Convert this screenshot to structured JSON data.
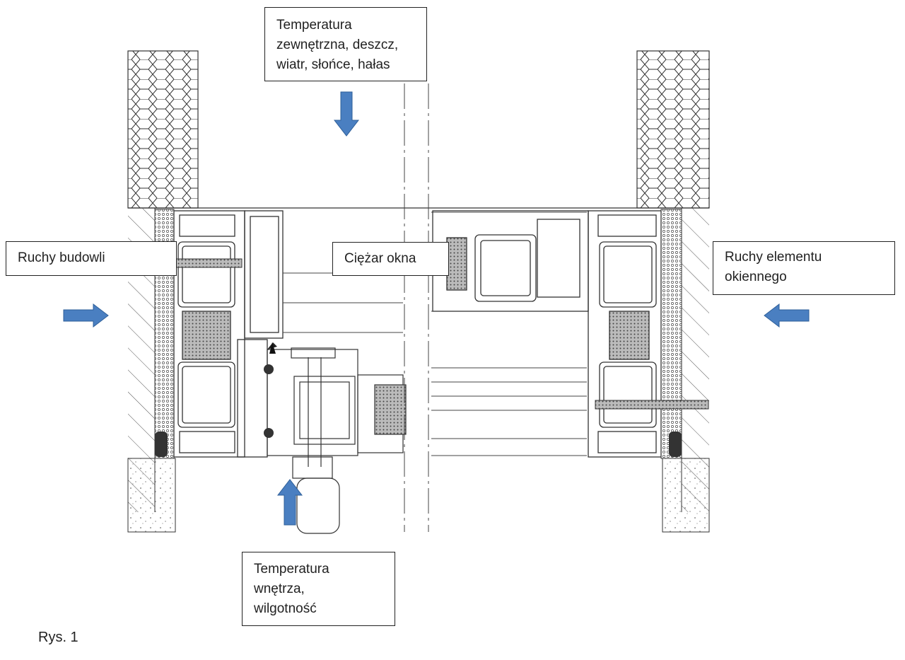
{
  "labels": {
    "top": "Temperatura\nzewnętrzna, deszcz,\nwiatr, słońce, hałas",
    "left": "Ruchy budowli",
    "middle": "Ciężar okna",
    "right": "Ruchy elementu\nokiennego",
    "bottom": "Temperatura\nwnętrza,\nwilgotność"
  },
  "caption": "Rys. 1",
  "colors": {
    "arrow": "#4a7fc1",
    "line": "#333333",
    "hatch": "#555555"
  },
  "icons": {
    "arrows": [
      "arrow-down-icon",
      "arrow-right-icon",
      "arrow-left-icon",
      "arrow-up-icon"
    ]
  }
}
